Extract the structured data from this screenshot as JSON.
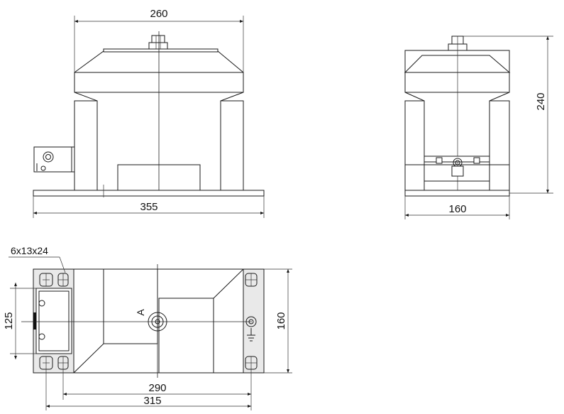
{
  "front_view": {
    "width_top": "260",
    "width_base": "355"
  },
  "side_view": {
    "height": "240",
    "width": "160"
  },
  "plan_view": {
    "holes": "6x13x24",
    "hole_spacing_v": "125",
    "depth": "160",
    "hole_spacing_h1": "290",
    "hole_spacing_h2": "315",
    "section_mark": "A"
  }
}
